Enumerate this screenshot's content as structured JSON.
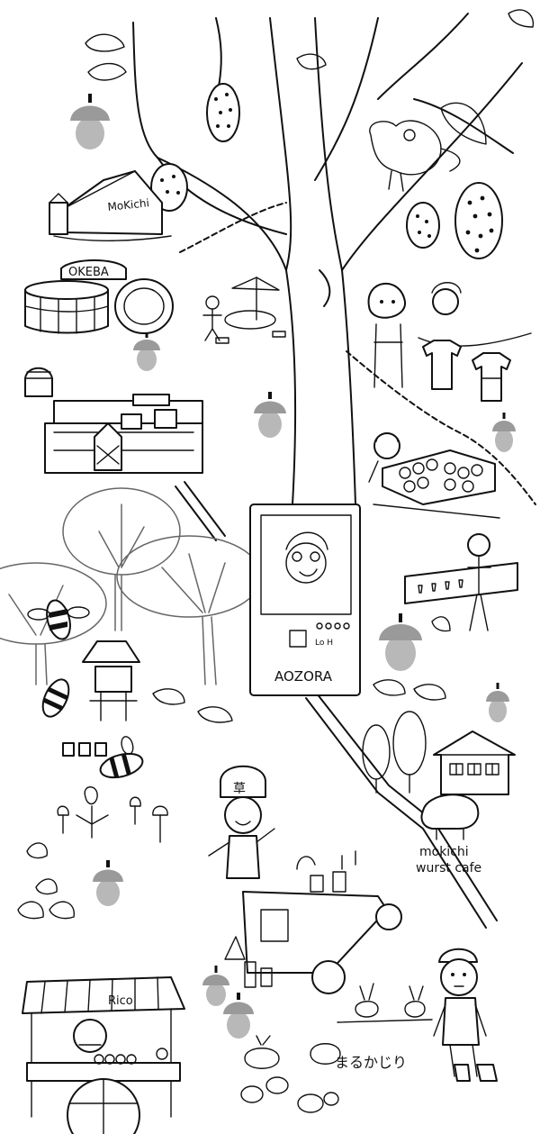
{
  "labels": {
    "mokichi_sign": "MoKichi",
    "okeba_sign": "OKEBA",
    "aozora_sign": "AOZORA",
    "wurst_cafe_line1": "mokichi",
    "wurst_cafe_line2": "wurst cafe",
    "rico_sign": "Rico",
    "marukajiri": "まるかじり",
    "hat_kanji": "草",
    "vending_buttons": "Lo  H"
  },
  "colors": {
    "ink": "#111111",
    "acorn_cap": "#9a9a9a",
    "acorn_nut": "#b8b8b8",
    "pale_tree": "#666666"
  },
  "icons": [
    "acorn-icon",
    "bee-icon",
    "leaf-icon",
    "tulip-icon",
    "bird-icon",
    "house-icon"
  ]
}
